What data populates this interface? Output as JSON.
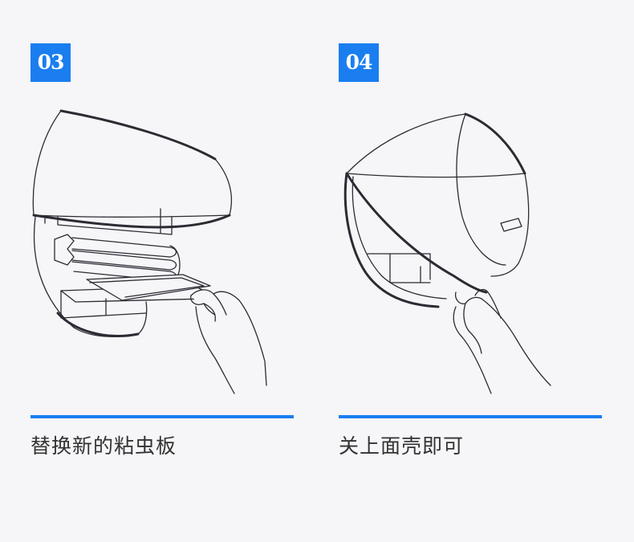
{
  "steps": [
    {
      "number": "03",
      "caption": "替换新的粘虫板",
      "illustration": "open-lamp-replace-glue-board"
    },
    {
      "number": "04",
      "caption": "关上面壳即可",
      "illustration": "close-lamp-cover"
    }
  ],
  "colors": {
    "accent": "#1a7ef0",
    "background": "#f6f5f8",
    "caption_text": "#333333",
    "line_art": "#2b2b33"
  }
}
